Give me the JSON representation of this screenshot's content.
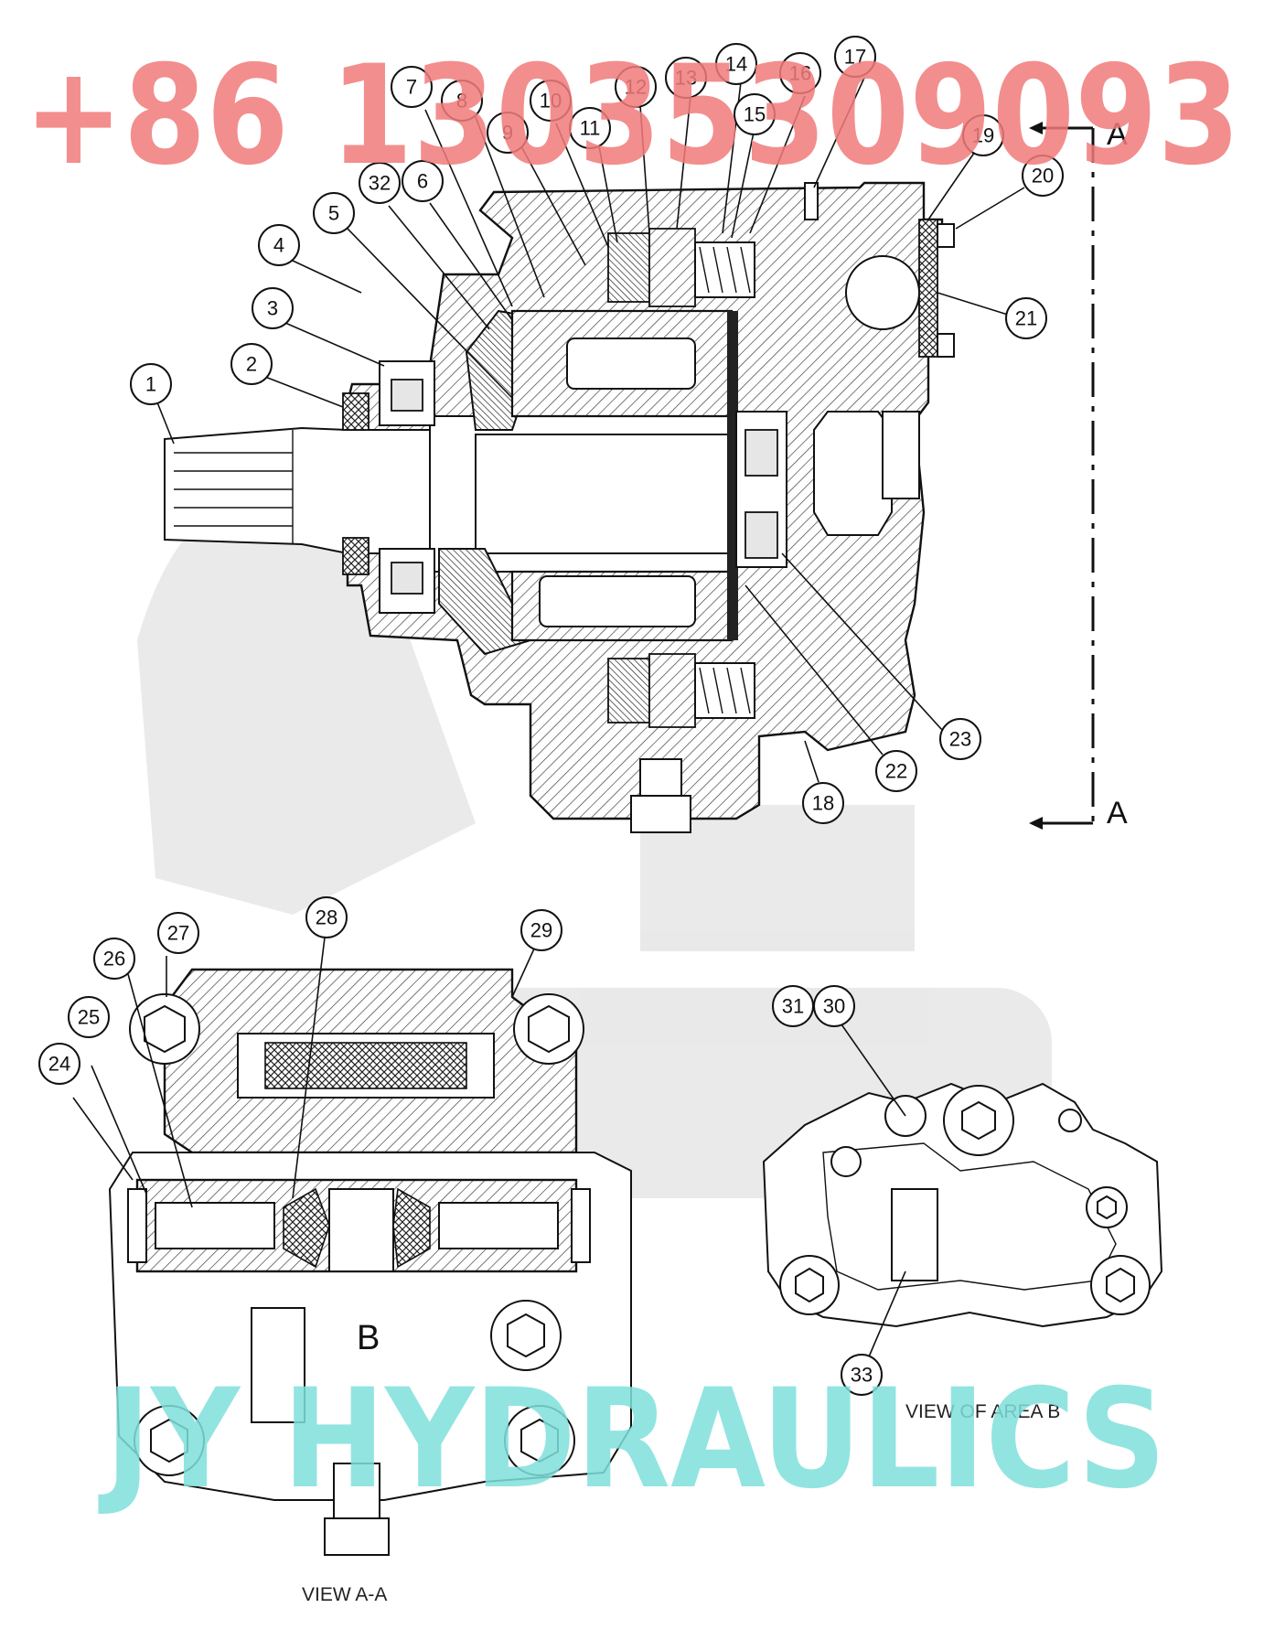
{
  "watermarks": {
    "phone": "+86 13035309093",
    "brand": "JY HYDRAULICS"
  },
  "views": {
    "section_letter_top": "A",
    "section_letter_bottom": "A",
    "area_label": "B",
    "view_aa_caption": "VIEW  A-A",
    "view_area_b_caption": "VIEW OF AREA  B"
  },
  "callouts": [
    "1",
    "2",
    "3",
    "4",
    "5",
    "6",
    "7",
    "8",
    "9",
    "10",
    "11",
    "12",
    "13",
    "14",
    "15",
    "16",
    "17",
    "18",
    "19",
    "20",
    "21",
    "22",
    "23",
    "24",
    "25",
    "26",
    "27",
    "28",
    "29",
    "30",
    "31",
    "32",
    "33"
  ],
  "colors": {
    "line": "#111111",
    "watermark_red": "#f27b7b",
    "watermark_cyan": "#7fe0dc"
  }
}
